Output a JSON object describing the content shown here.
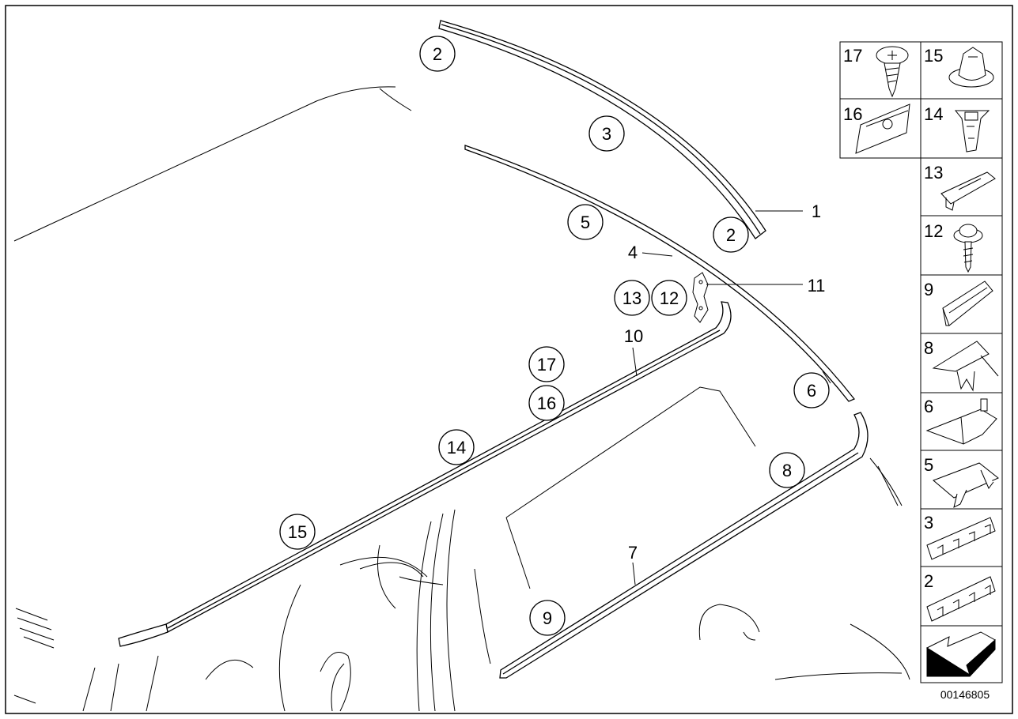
{
  "diagram": {
    "document_number": "00146805",
    "callouts_circled": [
      "2",
      "3",
      "2",
      "5",
      "13",
      "12",
      "17",
      "16",
      "14",
      "15",
      "6",
      "8",
      "9"
    ],
    "callouts_plain": [
      "1",
      "4",
      "11",
      "10",
      "7"
    ],
    "parts_panel": [
      {
        "number": "17",
        "icon": "screw-icon"
      },
      {
        "number": "15",
        "icon": "expanding-nut-icon"
      },
      {
        "number": "16",
        "icon": "clip-icon"
      },
      {
        "number": "14",
        "icon": "expanding-nut-icon"
      },
      {
        "number": "13",
        "icon": "clip-icon"
      },
      {
        "number": "12",
        "icon": "screw-icon"
      },
      {
        "number": "9",
        "icon": "clip-icon"
      },
      {
        "number": "8",
        "icon": "clip-icon"
      },
      {
        "number": "6",
        "icon": "clip-icon"
      },
      {
        "number": "5",
        "icon": "clip-icon"
      },
      {
        "number": "3",
        "icon": "clip-strip-icon"
      },
      {
        "number": "2",
        "icon": "clip-strip-icon"
      },
      {
        "number": "",
        "icon": "direction-arrow-icon"
      }
    ]
  }
}
